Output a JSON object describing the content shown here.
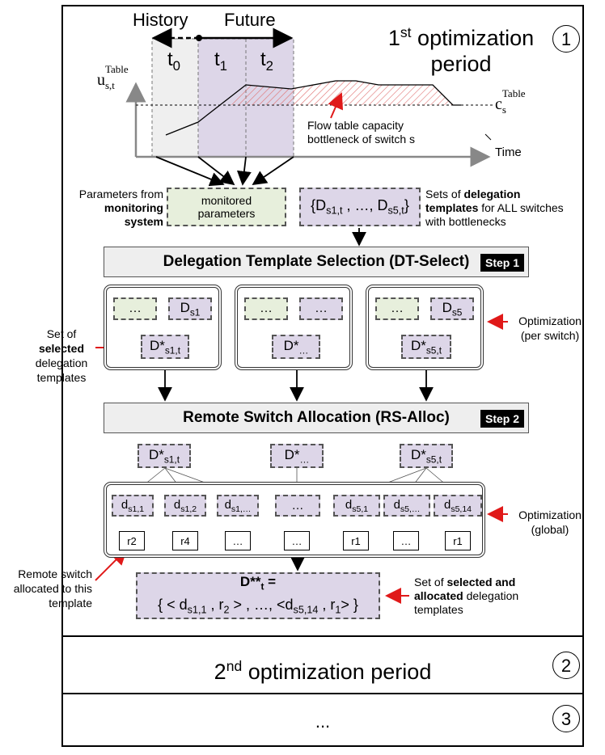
{
  "period1": {
    "title_prefix": "1",
    "title_sup": "st",
    "title_rest": " optimization",
    "title_line2": "period",
    "num": "1"
  },
  "timeline": {
    "history_label": "History",
    "future_label": "Future",
    "t0": "t",
    "t0_sub": "0",
    "t1": "t",
    "t1_sub": "1",
    "t2": "t",
    "t2_sub": "2",
    "y_label": "u",
    "y_label_sup": "Table",
    "y_label_sub": "s,t",
    "cap_label": "c",
    "cap_label_sup": "Table",
    "cap_label_sub": "s",
    "annotation_line1": "Flow table capacity",
    "annotation_line2": "bottleneck of switch s",
    "x_label": "Time"
  },
  "inputs": {
    "left_text_1": "Parameters from",
    "left_text_bold": "monitoring",
    "left_text_bold2": "system",
    "monitored_line1": "monitored",
    "monitored_line2": "parameters",
    "templates_set": "{D",
    "templates_set_sub1": "s1,t",
    "templates_set_mid": " , …, D",
    "templates_set_sub2": "s5,t",
    "templates_set_end": "}",
    "right_text_1": "Sets of ",
    "right_text_bold1": "delegation",
    "right_text_bold2": "templates",
    "right_text_2": " for ALL switches",
    "right_text_3": "with bottlenecks"
  },
  "step1": {
    "label": "Delegation Template Selection (DT-Select)",
    "tag": "Step 1"
  },
  "selection_groups": [
    {
      "a": "…",
      "b": "D",
      "b_sub": "s1",
      "out": "D*",
      "out_sub": "s1,t"
    },
    {
      "a": "…",
      "b": "…",
      "b_sub": "",
      "out": "D*",
      "out_sub": "…"
    },
    {
      "a": "…",
      "b": "D",
      "b_sub": "s5",
      "out": "D*",
      "out_sub": "s5,t"
    }
  ],
  "left_notes": {
    "set_of": "Set of",
    "selected": "selected",
    "delegation": "delegation",
    "templates": "templates"
  },
  "right_notes": {
    "opt1_line1": "Optimization",
    "opt1_line2": "(per switch)",
    "opt2_line1": "Optimization",
    "opt2_line2": "(global)"
  },
  "step2": {
    "label": "Remote Switch Allocation (RS-Alloc)",
    "tag": "Step 2"
  },
  "alloc_inputs": [
    {
      "t": "D*",
      "sub": "s1,t"
    },
    {
      "t": "D*",
      "sub": "…"
    },
    {
      "t": "D*",
      "sub": "s5,t"
    }
  ],
  "alloc_templates": [
    {
      "t": "d",
      "sub": "s1,1",
      "r": "r2"
    },
    {
      "t": "d",
      "sub": "s1,2",
      "r": "r4"
    },
    {
      "t": "d",
      "sub": "s1,…",
      "r": "…"
    },
    {
      "t": "…",
      "sub": "",
      "r": "…"
    },
    {
      "t": "d",
      "sub": "s5,1",
      "r": "r1"
    },
    {
      "t": "d",
      "sub": "s5,…",
      "r": "…"
    },
    {
      "t": "d",
      "sub": "s5,14",
      "r": "r1"
    }
  ],
  "remote_note": {
    "line1": "Remote switch",
    "line2": "allocated to this",
    "line3": "template"
  },
  "final": {
    "line1": "D**",
    "line1_sub": "t",
    "line1_end": " =",
    "line2_a": "{ < d",
    "line2_a_sub": "s1,1",
    "line2_b": " , r",
    "line2_b_sub": "2",
    "line2_c": " > , …, <d",
    "line2_c_sub": "s5,14",
    "line2_d": " , r",
    "line2_d_sub": "1",
    "line2_e": "> }"
  },
  "final_note": {
    "text1": "Set of ",
    "bold1": "selected and",
    "bold2": "allocated",
    "text2": " delegation",
    "text3": "templates"
  },
  "period2": {
    "prefix": "2",
    "sup": "nd",
    "rest": " optimization period",
    "num": "2"
  },
  "period3": {
    "ellipsis": "...",
    "num": "3"
  },
  "colors": {
    "history_fill": "#efefef",
    "future_fill": "#ddd6e8",
    "green_fill": "#e7efdc",
    "arrow_red": "#e01919",
    "hatch_red": "#e07070"
  }
}
